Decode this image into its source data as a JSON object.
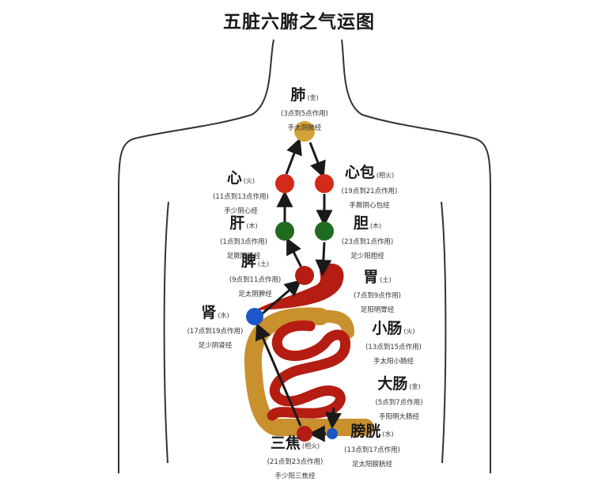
{
  "title": "五脏六腑之气运图",
  "colors": {
    "body_outline": "#333333",
    "lung": "#d4a23a",
    "heart": "#d42a1a",
    "liver_gb": "#1f6b1f",
    "kidney": "#1d56c8",
    "stomach": "#b51d12",
    "intestine_tan": "#c9912e",
    "arrow": "#1a1a1a"
  },
  "organs": [
    {
      "key": "lung",
      "name": "肺",
      "element": "(金)",
      "time": "(3点到5点作用)",
      "meridian": "手太阴肺经",
      "icon": "lung-dot"
    },
    {
      "key": "heart",
      "name": "心",
      "element": "(火)",
      "time": "(11点到13点作用)",
      "meridian": "手少阴心经",
      "icon": "heart-dot"
    },
    {
      "key": "pericardium",
      "name": "心包",
      "element": "(相火)",
      "time": "(19点到21点作用)",
      "meridian": "手厥阴心包经",
      "icon": "pericardium-dot"
    },
    {
      "key": "liver",
      "name": "肝",
      "element": "(木)",
      "time": "(1点到3点作用)",
      "meridian": "足厥阴肝经",
      "icon": "liver-dot"
    },
    {
      "key": "gallbladder",
      "name": "胆",
      "element": "(木)",
      "time": "(23点到1点作用)",
      "meridian": "足少阳胆经",
      "icon": "gallbladder-dot"
    },
    {
      "key": "spleen",
      "name": "脾",
      "element": "(土)",
      "time": "(9点到11点作用)",
      "meridian": "足太阴脾经",
      "icon": "spleen-dot"
    },
    {
      "key": "stomach",
      "name": "胃",
      "element": "(土)",
      "time": "(7点到9点作用)",
      "meridian": "足阳明胃经",
      "icon": "stomach-shape"
    },
    {
      "key": "kidney",
      "name": "肾",
      "element": "(水)",
      "time": "(17点到19点作用)",
      "meridian": "足少阴肾经",
      "icon": "kidney-dot"
    },
    {
      "key": "small_intestine",
      "name": "小肠",
      "element": "(火)",
      "time": "(13点到15点作用)",
      "meridian": "手太阳小肠经",
      "icon": "small-intestine-shape"
    },
    {
      "key": "large_intestine",
      "name": "大肠",
      "element": "(金)",
      "time": "(5点到7点作用)",
      "meridian": "手阳明大肠经",
      "icon": "large-intestine-shape"
    },
    {
      "key": "bladder",
      "name": "膀胱",
      "element": "(水)",
      "time": "(13点到17点作用)",
      "meridian": "足太阳膀胱经",
      "icon": "bladder-dot"
    },
    {
      "key": "triple_burner",
      "name": "三焦",
      "element": "(相火)",
      "time": "(21点到23点作用)",
      "meridian": "手少阳三焦经",
      "icon": "triple-burner-dot"
    }
  ]
}
